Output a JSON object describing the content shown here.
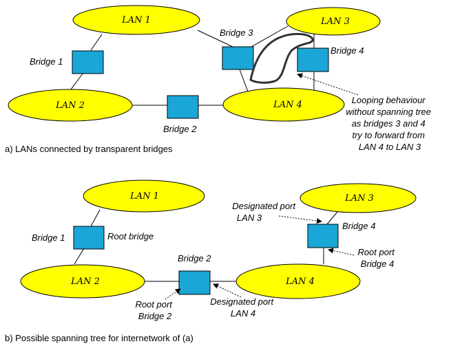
{
  "diagram_a": {
    "lans": [
      "LAN 1",
      "LAN 2",
      "LAN 3",
      "LAN 4"
    ],
    "bridges": [
      "Bridge 1",
      "Bridge 2",
      "Bridge 3",
      "Bridge 4"
    ],
    "annotation": [
      "Looping behaviour",
      "without spanning tree",
      "as bridges 3 and 4",
      "try to forward from",
      "LAN 4 to LAN 3"
    ],
    "caption": "a) LANs connected by transparent bridges"
  },
  "diagram_b": {
    "lans": [
      "LAN 1",
      "LAN 2",
      "LAN 3",
      "LAN 4"
    ],
    "bridges": [
      "Bridge 1",
      "Bridge 2",
      "Bridge 4"
    ],
    "root_bridge_label": "Root bridge",
    "designated_port_lan3": [
      "Designated port",
      "LAN 3"
    ],
    "root_port_bridge4": [
      "Root port",
      "Bridge 4"
    ],
    "designated_port_lan4": [
      "Designated port",
      "LAN 4"
    ],
    "root_port_bridge2": [
      "Root port",
      "Bridge 2"
    ],
    "caption": "b) Possible spanning tree for internetwork of (a)"
  },
  "colors": {
    "lan_fill": "#ffff00",
    "bridge_fill": "#1aa6d6",
    "line": "#000000"
  }
}
